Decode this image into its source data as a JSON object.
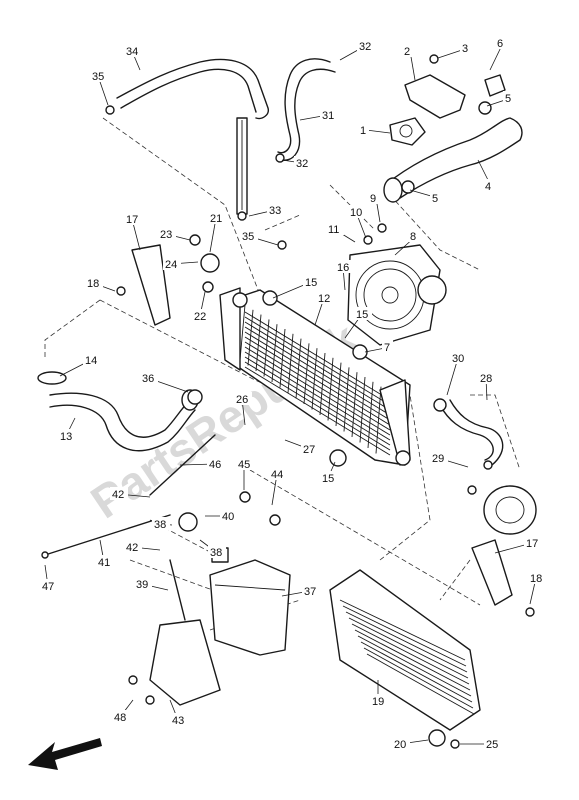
{
  "watermark": "PartsRepublik",
  "callouts": [
    "1",
    "2",
    "3",
    "4",
    "5",
    "5",
    "6",
    "7",
    "8",
    "9",
    "10",
    "11",
    "12",
    "13",
    "14",
    "15",
    "15",
    "15",
    "16",
    "17",
    "17",
    "18",
    "18",
    "19",
    "20",
    "21",
    "22",
    "23",
    "24",
    "25",
    "26",
    "27",
    "28",
    "29",
    "30",
    "31",
    "32",
    "32",
    "33",
    "34",
    "35",
    "35",
    "36",
    "37",
    "38",
    "38",
    "39",
    "40",
    "41",
    "42",
    "42",
    "43",
    "44",
    "45",
    "46",
    "47",
    "48"
  ],
  "direction_arrow": "front-arrow"
}
